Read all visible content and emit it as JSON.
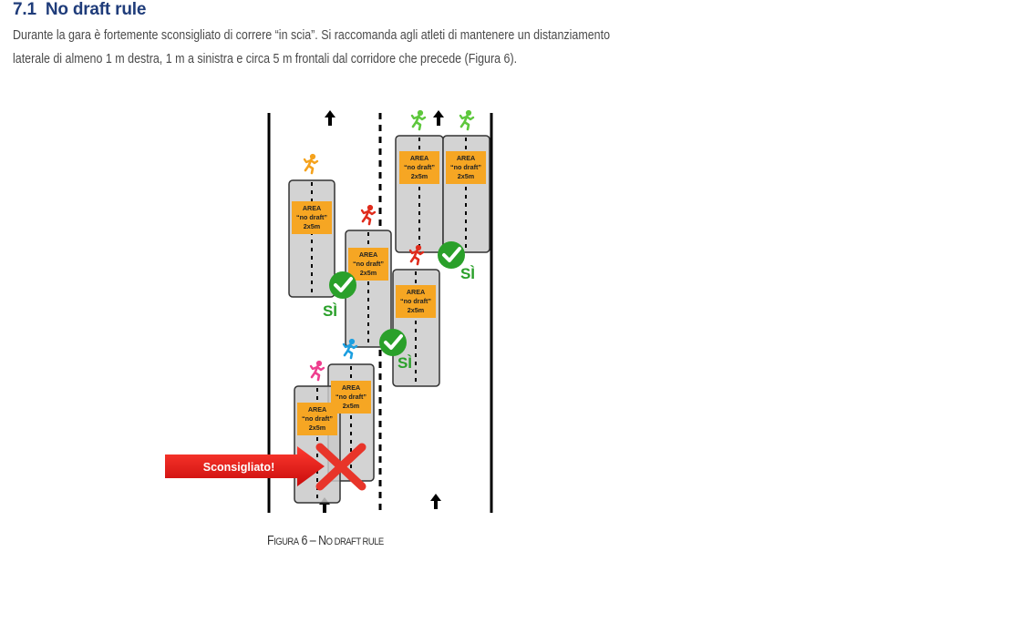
{
  "section": {
    "number": "7.1",
    "title": "No draft rule",
    "paragraph": "Durante la gara è fortemente sconsigliato di correre “in scia”. Si raccomanda agli atleti di mantenere un distanziamento laterale di almeno 1 m destra, 1 m a sinistra e circa 5 m frontali dal corridore che precede (Figura 6)."
  },
  "figure": {
    "area_label_line1": "AREA",
    "area_label_line2": "“no draft”",
    "area_label_line3": "2x5m",
    "ok_label": "SÌ",
    "warning_label": "Sconsigliato!",
    "caption_prefix": "F",
    "caption_rest1": "IGURA",
    "caption_num": " 6 – N",
    "caption_rest2": "O DRAFT RULE",
    "colors": {
      "area_fill": "#d3d3d3",
      "label_fill": "#f6a623",
      "check_green": "#2aa02a",
      "red_cross": "#e8352a",
      "runner_orange": "#f5a21c",
      "runner_red": "#e02c1c",
      "runner_green": "#5ec73d",
      "runner_blue": "#1c9fe0",
      "runner_pink": "#ee3f8f"
    }
  }
}
